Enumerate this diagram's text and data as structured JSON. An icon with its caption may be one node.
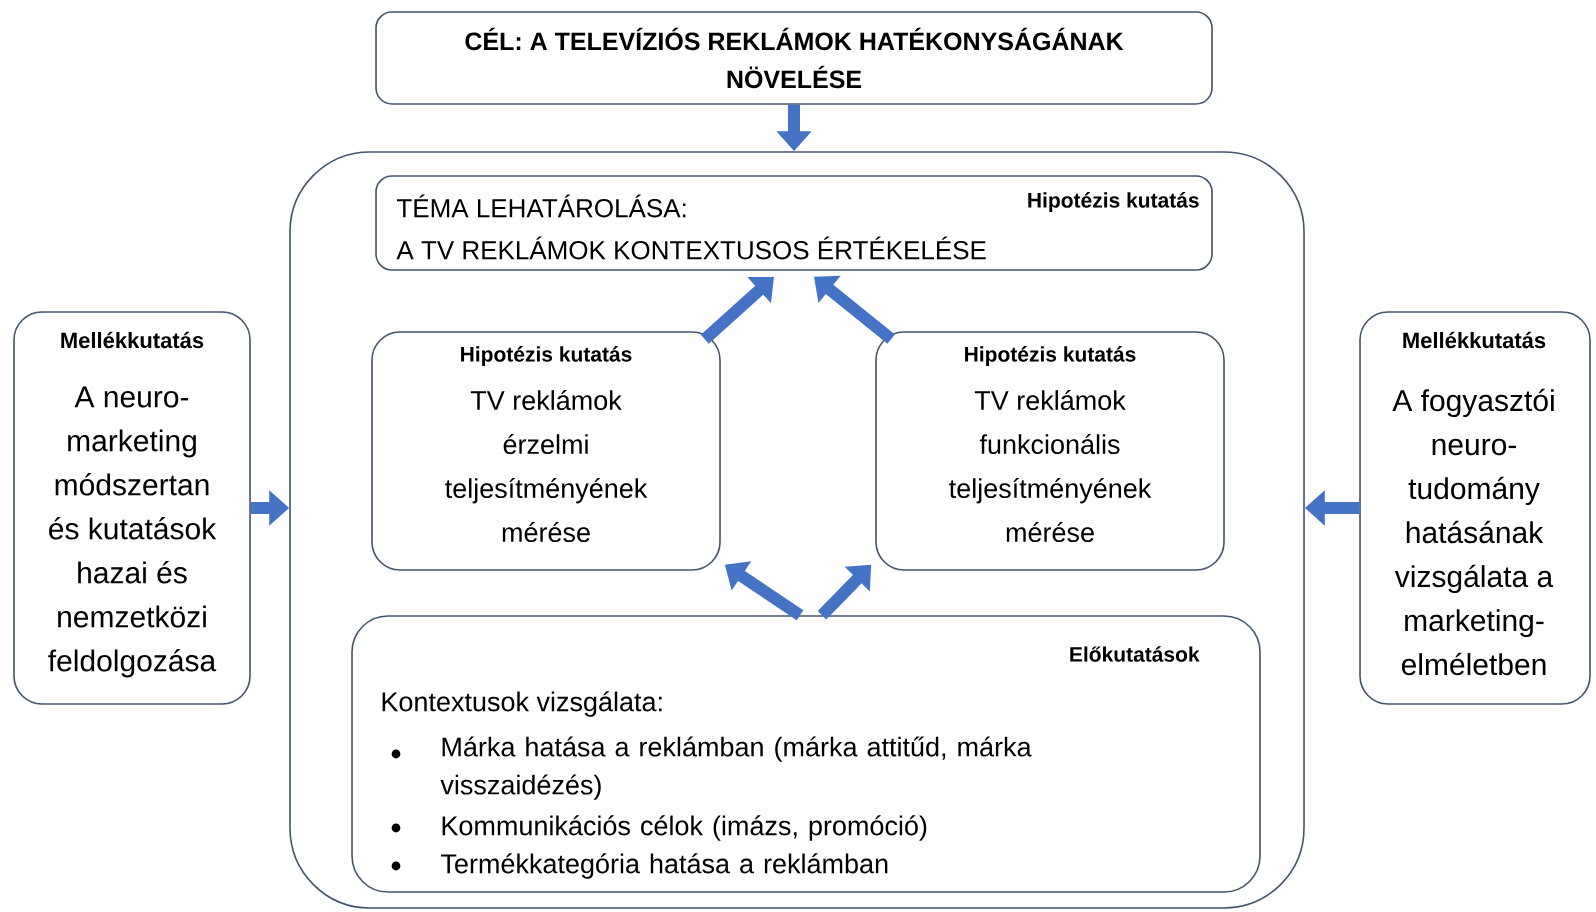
{
  "diagram": {
    "nodes": [
      {
        "text": [
          "CÉL: A TELEVÍZIÓS REKLÁMOK HATÉKONYSÁGÁNAK NÖVELÉSE"
        ]
      },
      {
        "text": [],
        "shape": "box"
      },
      {
        "text": [
          "TÉMA LEHATÁROLÁSA:",
          "Hipotézis kutatás",
          "A TV REKLÁMOK KONTEXTUSOS ÉRTÉKELÉSE"
        ],
        "in": 1
      },
      {
        "text": [
          "Hipotézis kutatás",
          "TV reklámok érzelmi teljesítményének mérése"
        ],
        "in": 1
      },
      {
        "text": [
          "Hipotézis kutatás",
          "TV reklámok funkcionális teljesítményének mérése"
        ],
        "in": 1
      },
      {
        "text": [
          "Előkutatások",
          "Kontextusok vizsgálata:",
          "Márka hatása a reklámban (márka attitűd, márka visszaidézés)",
          "Kommunikációs célok (imázs, promóció)",
          "Termékkategória hatása a reklámban"
        ],
        "in": 1
      },
      {
        "text": [
          "Mellékkutatás",
          "A neuro-marketing módszertan és kutatások hazai és nemzetközi feldolgozása"
        ]
      },
      {
        "text": [
          "Mellékkutatás",
          "A fogyasztói neuro-tudomány hatásának vizsgálata a marketing-elméletben"
        ]
      }
    ],
    "edges": [
      {
        "from": 0,
        "to": 1,
        "arrow": "to"
      },
      {
        "from": 3,
        "to": 2,
        "arrow": "to"
      },
      {
        "from": 4,
        "to": 2,
        "arrow": "to"
      },
      {
        "from": 5,
        "to": 3,
        "arrow": "to"
      },
      {
        "from": 5,
        "to": 4,
        "arrow": "to"
      },
      {
        "from": 6,
        "to": 1,
        "arrow": "to"
      },
      {
        "from": 7,
        "to": 1,
        "arrow": "to"
      }
    ]
  }
}
